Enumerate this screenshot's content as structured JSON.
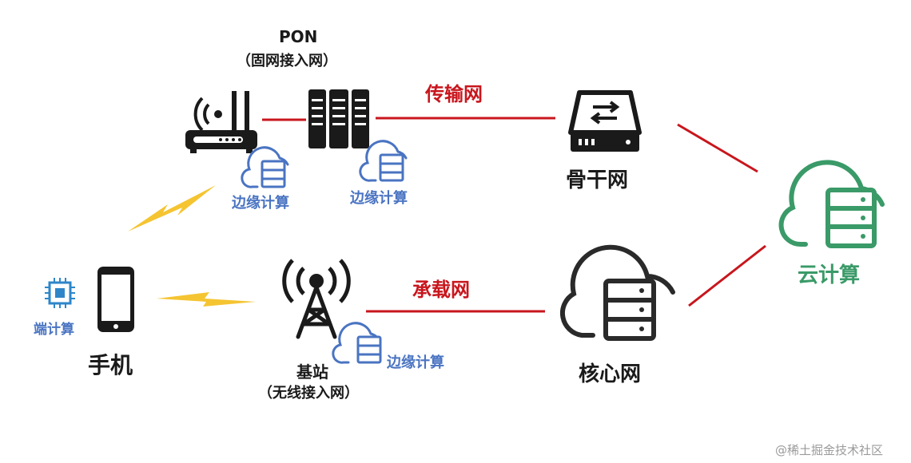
{
  "labels": {
    "pon": "PON",
    "pon_sub": "（固网接入网）",
    "transport_net": "传输网",
    "backbone": "骨干网",
    "edge1": "边缘计算",
    "edge2": "边缘计算",
    "edge3": "边缘计算",
    "cloud": "云计算",
    "bearer_net": "承载网",
    "core_net": "核心网",
    "endpoint": "端计算",
    "phone": "手机",
    "base_station": "基站",
    "base_station_sub": "（无线接入网）"
  },
  "watermark": "@稀土掘金技术社区",
  "colors": {
    "dark": "#1a1a1a",
    "link_red": "#c8161d",
    "edge_blue": "#4a74c2",
    "cloud_green": "#3a9a68",
    "lightning": "#f5c431",
    "chip_blue": "#2e86c9"
  }
}
